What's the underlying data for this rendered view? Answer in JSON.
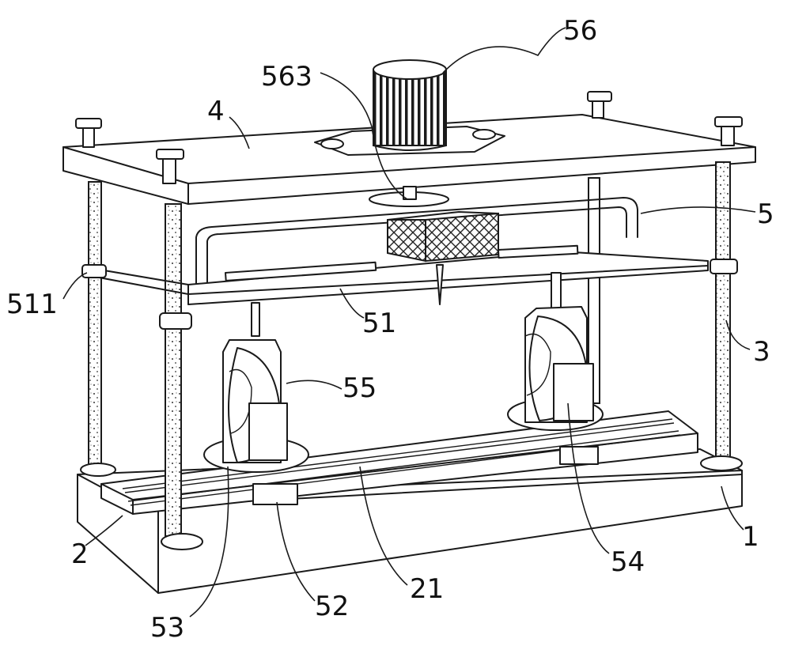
{
  "figure": {
    "labels": {
      "l56": "56",
      "l563": "563",
      "l4": "4",
      "l5": "5",
      "l511": "511",
      "l51": "51",
      "l3": "3",
      "l55": "55",
      "l2": "2",
      "l21": "21",
      "l1": "1",
      "l54": "54",
      "l52": "52",
      "l53": "53"
    }
  }
}
